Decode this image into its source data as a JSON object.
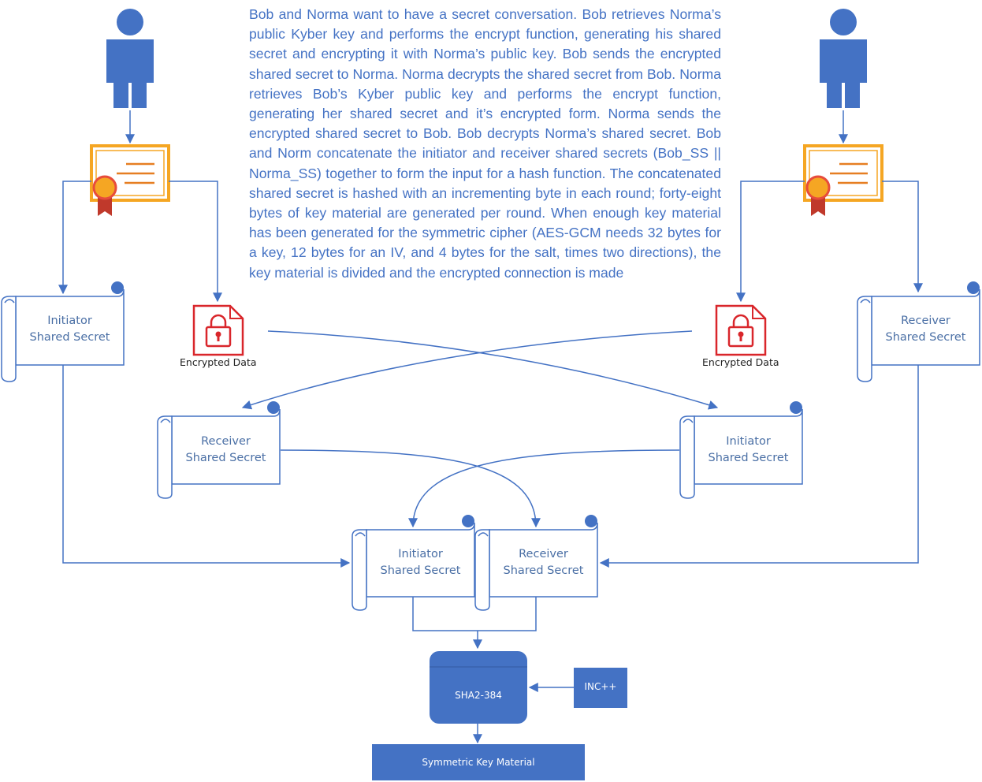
{
  "description": "Bob and Norma want to have a secret conversation. Bob retrieves Norma’s public Kyber key and performs the encrypt function, generating his shared secret and encrypting it with Norma’s public key. Bob sends the encrypted shared secret to Norma. Norma decrypts the shared secret from Bob. Norma retrieves Bob’s Kyber public key and performs the encrypt function, generating her shared secret and it’s encrypted form. Norma sends the encrypted shared secret to Bob. Bob decrypts Norma’s shared secret. Bob and Norm concatenate the initiator and receiver shared secrets (Bob_SS || Norma_SS) together to form the input for a hash function. The concatenated shared secret is hashed with an incrementing byte in each round; forty-eight bytes of key material are generated per round. When enough key material has been generated for the symmetric cipher (AES-GCM needs 32 bytes for a key, 12 bytes for an IV, and 4 bytes for the salt, times two directions), the key material is divided and the encrypted connection is made",
  "nodes": {
    "left_initiator": {
      "line1": "Initiator",
      "line2": "Shared Secret"
    },
    "right_receiver": {
      "line1": "Receiver",
      "line2": "Shared Secret"
    },
    "mid_receiver": {
      "line1": "Receiver",
      "line2": "Shared Secret"
    },
    "mid_initiator": {
      "line1": "Initiator",
      "line2": "Shared Secret"
    },
    "bottom_initiator": {
      "line1": "Initiator",
      "line2": "Shared Secret"
    },
    "bottom_receiver": {
      "line1": "Receiver",
      "line2": "Shared Secret"
    },
    "left_encrypted": "Encrypted Data",
    "right_encrypted": "Encrypted Data",
    "hash": "SHA2-384",
    "inc": "INC++",
    "output": "Symmetric Key Material"
  },
  "colors": {
    "person": "#4472c4",
    "line": "#4472c4",
    "certificate": "#f5a623",
    "seal": "#c0392b",
    "lock": "#d9262b",
    "box": "#4472c4",
    "text": "#4472c4"
  }
}
